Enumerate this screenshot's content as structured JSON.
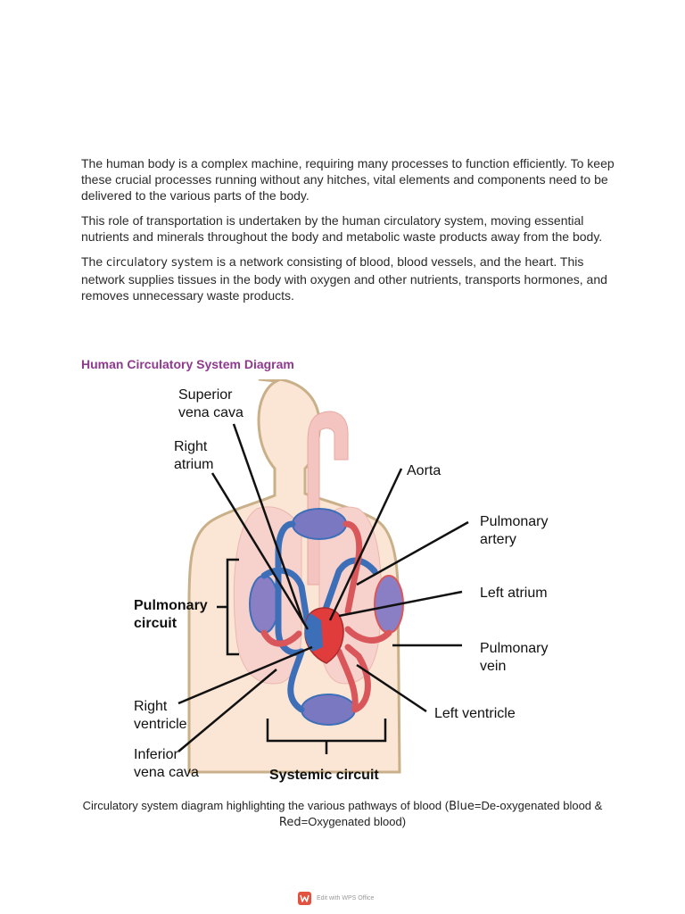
{
  "paragraphs": {
    "p1": "The human body is a complex machine, requiring many processes to function efficiently. To keep these crucial processes running without any hitches, vital elements and components need to be delivered to the various parts of the body.",
    "p2": "This role of transportation is undertaken by the human circulatory system, moving essential nutrients and minerals throughout the body and metabolic waste products away from the body.",
    "p3_prefix": "The ",
    "p3_term": "circulatory system",
    "p3_rest": " is a network consisting of blood, blood vessels, and the heart. This network supplies tissues in the body with oxygen and other nutrients, transports hormones, and removes unnecessary waste products."
  },
  "section_title": "Human Circulatory System Diagram",
  "diagram": {
    "labels": {
      "superior_1": "Superior",
      "superior_2": "vena cava",
      "right_atrium_1": "Right",
      "right_atrium_2": "atrium",
      "aorta": "Aorta",
      "pulm_artery_1": "Pulmonary",
      "pulm_artery_2": "artery",
      "pulm_circuit_1": "Pulmonary",
      "pulm_circuit_2": "circuit",
      "left_atrium": "Left atrium",
      "pulm_vein_1": "Pulmonary",
      "pulm_vein_2": "vein",
      "right_ventricle_1": "Right",
      "right_ventricle_2": "ventricle",
      "left_ventricle": "Left ventricle",
      "inferior_1": "Inferior",
      "inferior_2": "vena cava",
      "systemic_circuit": "Systemic circuit"
    },
    "colors": {
      "deoxygenated": "#3d6fb8",
      "oxygenated": "#d9575a",
      "body": "#fbe6d6",
      "outline": "#c9b089"
    }
  },
  "caption": {
    "prefix": "Circulatory system diagram highlighting the various pathways of blood (",
    "blue": "Blue",
    "mid": "=De-oxygenated blood & ",
    "red": "Red",
    "suffix": "=Oxygenated blood)"
  },
  "footer": {
    "text": "Edit with WPS Office"
  }
}
